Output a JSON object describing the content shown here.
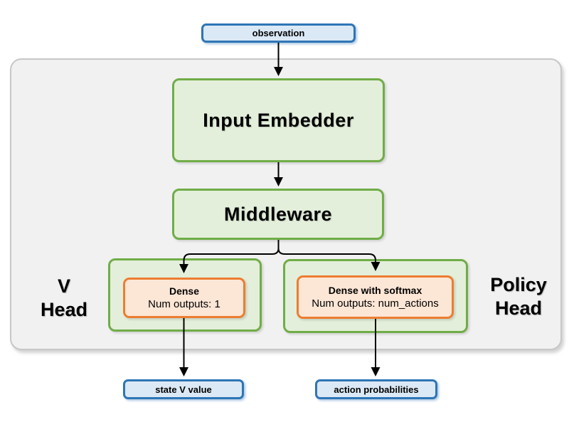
{
  "nodes": {
    "observation": "observation",
    "input_embedder": "Input Embedder",
    "middleware": "Middleware",
    "v_head_label_line1": "V",
    "v_head_label_line2": "Head",
    "v_dense_title": "Dense",
    "v_dense_subtitle": "Num outputs: 1",
    "v_output": "state V value",
    "policy_head_label_line1": "Policy",
    "policy_head_label_line2": "Head",
    "policy_dense_title": "Dense with softmax",
    "policy_dense_subtitle": "Num outputs: num_actions",
    "policy_output": "action probabilities"
  },
  "colors": {
    "io_box_border": "#2E75B6",
    "io_box_fill": "#DBE9F6",
    "layer_box_border": "#70AD47",
    "layer_box_fill": "#E3EFDA",
    "dense_box_border": "#ED7D31",
    "dense_box_fill": "#FCE6D6",
    "container_fill": "#F1F1F2",
    "container_border": "#C7C7C7",
    "arrow": "#000000",
    "text": "#000000"
  }
}
